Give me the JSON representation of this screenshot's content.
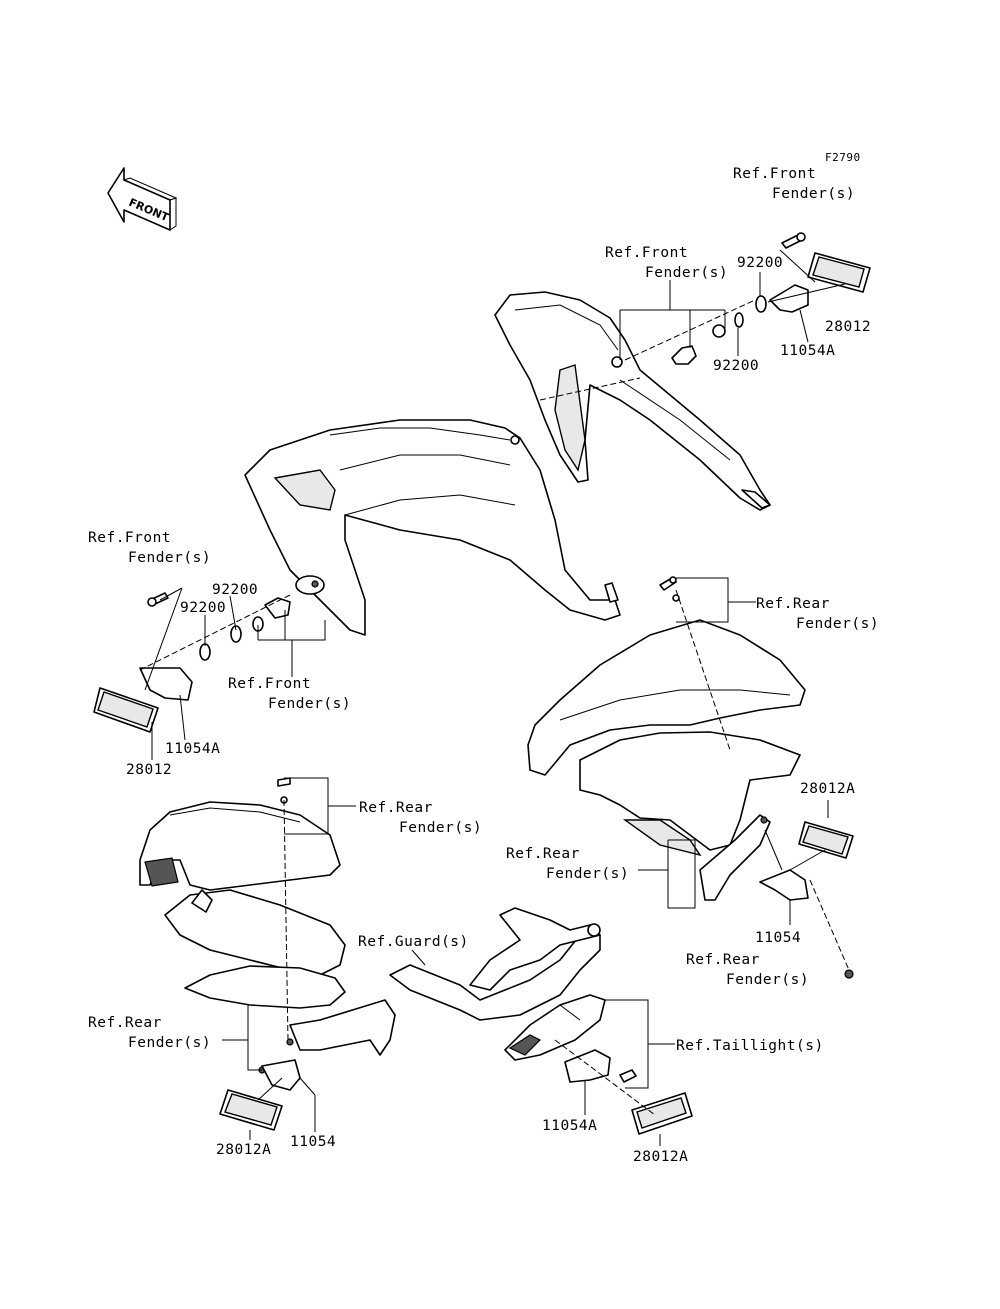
{
  "figure_id": "F2790",
  "front_label": "FRONT",
  "labels": {
    "ref_front_fender_top": [
      "Ref.Front",
      "Fender(s)"
    ],
    "ref_front_fender_upper_mid": [
      "Ref.Front",
      "Fender(s)"
    ],
    "ref_front_fender_left": [
      "Ref.Front",
      "Fender(s)"
    ],
    "ref_front_fender_lower_mid": [
      "Ref.Front",
      "Fender(s)"
    ],
    "ref_rear_fender_right_top": [
      "Ref.Rear",
      "Fender(s)"
    ],
    "ref_rear_fender_left_top": [
      "Ref.Rear",
      "Fender(s)"
    ],
    "ref_rear_fender_right_mid": [
      "Ref.Rear",
      "Fender(s)"
    ],
    "ref_rear_fender_right_low": [
      "Ref.Rear",
      "Fender(s)"
    ],
    "ref_rear_fender_left_low": [
      "Ref.Rear",
      "Fender(s)"
    ],
    "ref_guard": "Ref.Guard(s)",
    "ref_taillight": "Ref.Taillight(s)"
  },
  "parts": {
    "p92200_a": "92200",
    "p92200_b": "92200",
    "p92200_c": "92200",
    "p92200_d": "92200",
    "p11054A_a": "11054A",
    "p11054A_b": "11054A",
    "p11054A_c": "11054A",
    "p28012_a": "28012",
    "p28012_b": "28012",
    "p28012A_a": "28012A",
    "p28012A_b": "28012A",
    "p28012A_c": "28012A",
    "p11054_a": "11054",
    "p11054_b": "11054"
  }
}
